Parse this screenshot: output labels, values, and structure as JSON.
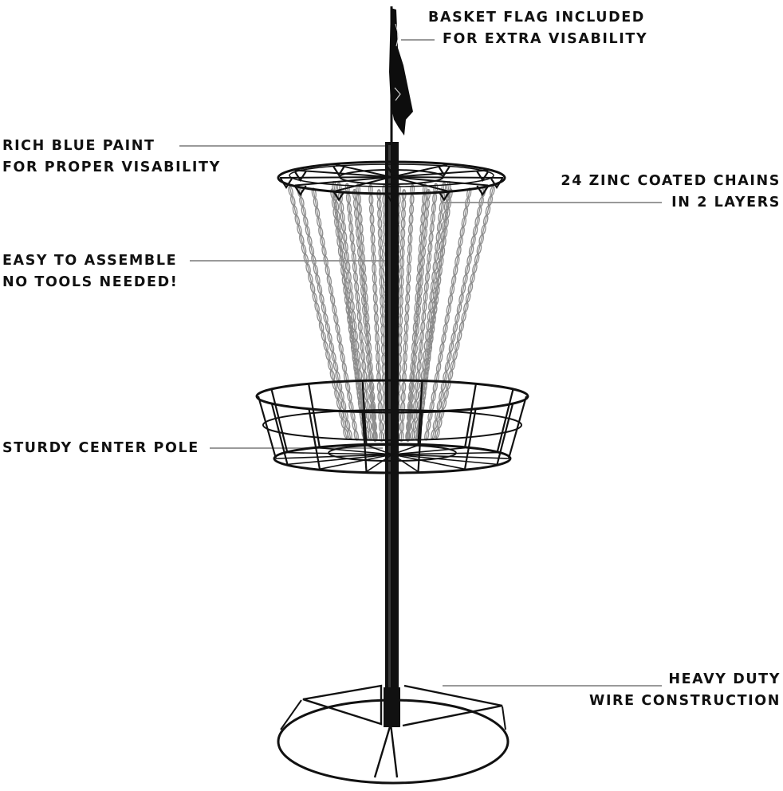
{
  "callouts": {
    "flag": {
      "line1": "BASKET FLAG INCLUDED",
      "line2": "FOR EXTRA VISABILITY"
    },
    "paint": {
      "line1": "RICH BLUE PAINT",
      "line2": "FOR PROPER VISABILITY"
    },
    "chains": {
      "line1": "24 ZINC COATED CHAINS",
      "line2": "IN 2 LAYERS"
    },
    "assemble": {
      "line1": "EASY TO ASSEMBLE",
      "line2": "NO TOOLS NEEDED!"
    },
    "pole": {
      "line1": "STURDY CENTER POLE"
    },
    "wire": {
      "line1": "HEAVY DUTY",
      "line2": "WIRE CONSTRUCTION"
    }
  },
  "colors": {
    "frame": "#111111",
    "chain": "#8c8c8c",
    "leader": "#9a9a9a",
    "text": "#111111"
  }
}
